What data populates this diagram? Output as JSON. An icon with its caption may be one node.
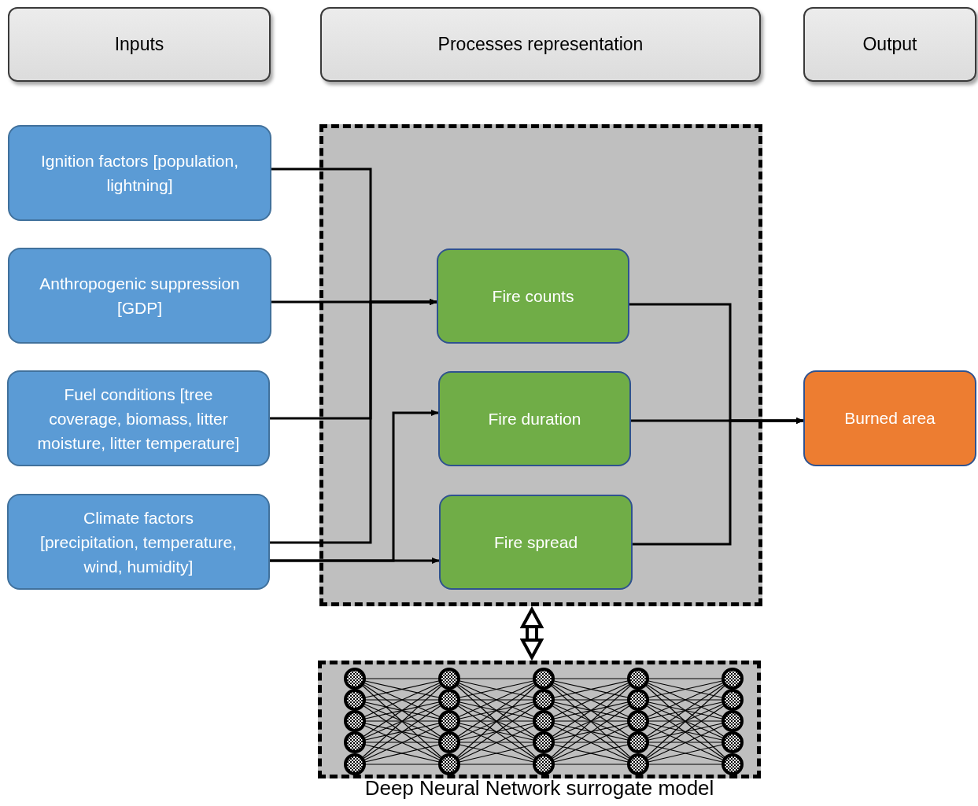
{
  "diagram": {
    "nodes": [
      {
        "text": [
          "Inputs"
        ]
      },
      {
        "text": [
          "Processes representation"
        ]
      },
      {
        "text": [
          "Output"
        ]
      },
      {
        "text": [
          "Ignition factors [population, lightning]"
        ]
      },
      {
        "text": [
          "Anthropogenic suppression [GDP]"
        ]
      },
      {
        "text": [
          "Fuel conditions [tree coverage, biomass, litter moisture, litter temperature]"
        ]
      },
      {
        "text": [
          "Climate factors [precipitation, temperature, wind, humidity]"
        ]
      },
      {
        "text": [],
        "shape": "box"
      },
      {
        "text": [
          "Fire counts"
        ],
        "in": 7
      },
      {
        "text": [
          "Fire duration"
        ],
        "in": 7
      },
      {
        "text": [
          "Fire spread"
        ],
        "in": 7
      },
      {
        "text": [
          "Burned area"
        ]
      },
      {
        "text": [
          "Deep Neural Network surrogate model"
        ]
      }
    ],
    "edges": [
      {
        "from": 3,
        "to": 8,
        "arrow": "to"
      },
      {
        "from": 4,
        "to": 8,
        "arrow": "to"
      },
      {
        "from": 5,
        "to": 8,
        "arrow": "to"
      },
      {
        "from": 6,
        "to": 8,
        "arrow": "to"
      },
      {
        "from": 6,
        "to": 10,
        "arrow": "to"
      },
      {
        "from": 6,
        "to": 9,
        "arrow": "to"
      },
      {
        "from": 8,
        "to": 11,
        "arrow": "to"
      },
      {
        "from": 9,
        "to": 11,
        "arrow": "to"
      },
      {
        "from": 10,
        "to": 11,
        "arrow": "to"
      },
      {
        "from": 7,
        "to": 12,
        "arrow": "both",
        "style": "thick"
      }
    ]
  }
}
